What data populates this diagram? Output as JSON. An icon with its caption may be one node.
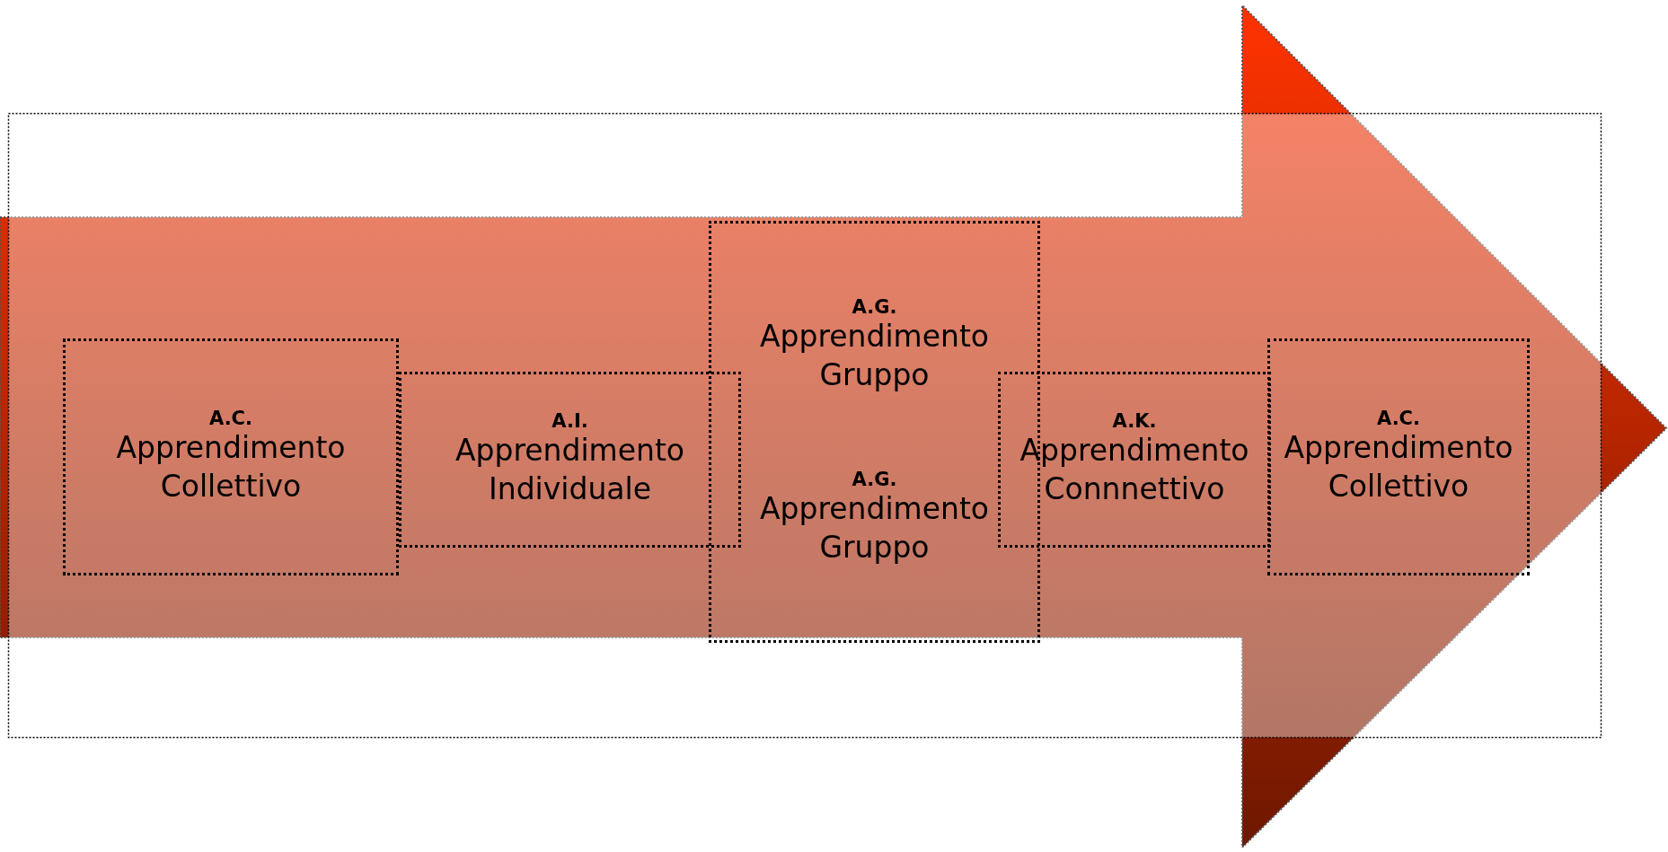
{
  "diagram": {
    "nodes": [
      {
        "text": [],
        "shape": "arrow"
      },
      {
        "text": [
          "A.C.",
          "Apprendimento Collettivo"
        ],
        "in": 0
      },
      {
        "text": [
          "A.I.",
          "Apprendimento Individuale"
        ],
        "in": 0
      },
      {
        "text": [
          "A.G.",
          "Apprendimento Gruppo",
          "A.G.",
          "Apprendimento Gruppo"
        ],
        "in": 0
      },
      {
        "text": [
          "A.K.",
          "Apprendimento Connnettivo"
        ],
        "in": 0
      },
      {
        "text": [
          "A.C.",
          "Apprendimento Collettivo"
        ],
        "in": 0
      }
    ],
    "edges": []
  }
}
